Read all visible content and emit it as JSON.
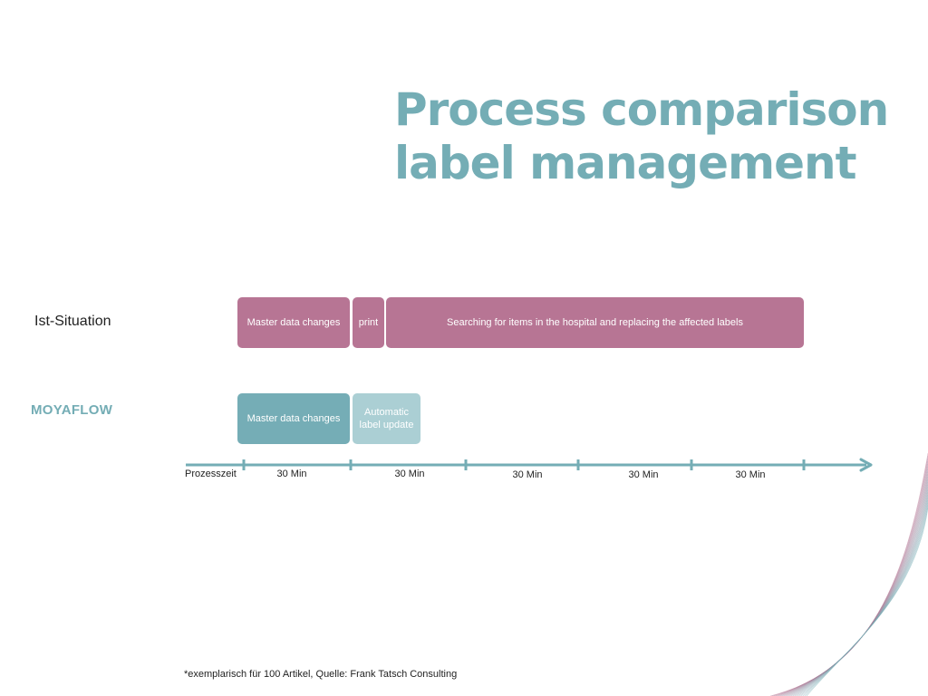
{
  "title": {
    "line1": "Process comparison",
    "line2": "label management"
  },
  "rows": {
    "ist_label": "Ist-Situation",
    "moyaflow_label": "MOYAFLOW"
  },
  "ist_segments": [
    {
      "label": "Master data changes"
    },
    {
      "label": "print"
    },
    {
      "label": "Searching for items in the hospital and replacing the affected labels"
    }
  ],
  "moyaflow_segments": [
    {
      "label": "Master data changes"
    },
    {
      "label": "Automatic label update"
    }
  ],
  "axis": {
    "start_label": "Prozesszeit",
    "ticks": [
      "30 Min",
      "30 Min",
      "30 Min",
      "30 Min",
      "30 Min"
    ]
  },
  "footnote": "*exemplarisch für 100 Artikel, Quelle: Frank Tatsch Consulting",
  "colors": {
    "accent": "#74adb5",
    "ist_bar": "#b77594",
    "moyaflow_bar": "#75adb6",
    "moyaflow_auto_bar": "#abcfd4"
  }
}
